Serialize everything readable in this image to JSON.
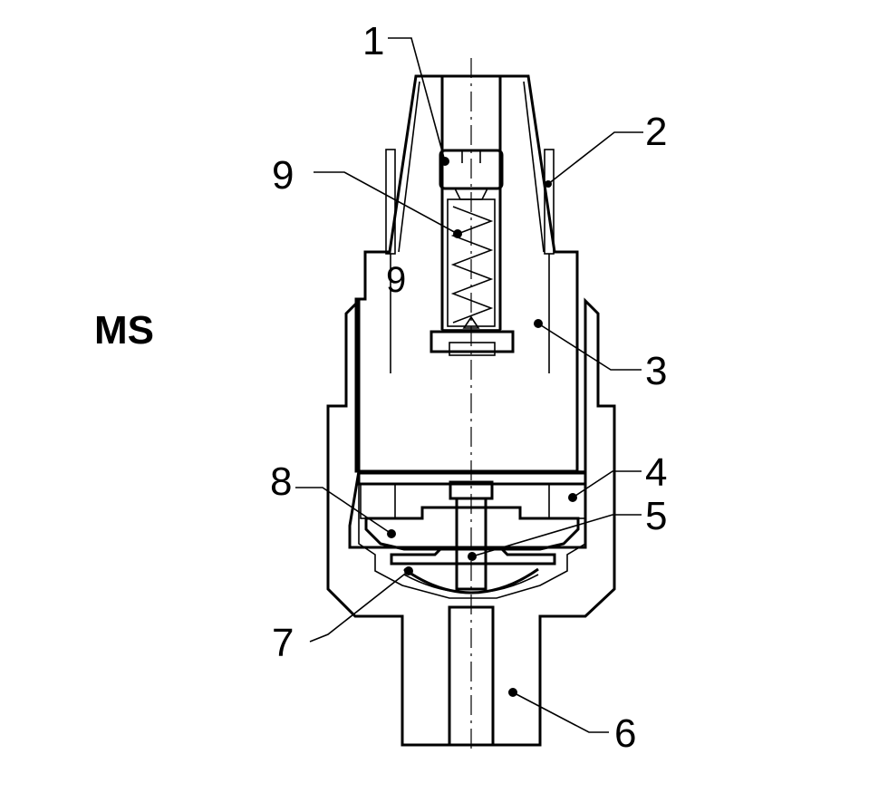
{
  "side_label": "MS",
  "callouts": [
    {
      "id": "1",
      "text": "1"
    },
    {
      "id": "2",
      "text": "2"
    },
    {
      "id": "3",
      "text": "3"
    },
    {
      "id": "4",
      "text": "4"
    },
    {
      "id": "5",
      "text": "5"
    },
    {
      "id": "6",
      "text": "6"
    },
    {
      "id": "7",
      "text": "7"
    },
    {
      "id": "8",
      "text": "8"
    },
    {
      "id": "9a",
      "text": "9"
    },
    {
      "id": "9b",
      "text": "9"
    }
  ],
  "colors": {
    "line": "#000000",
    "background": "#ffffff"
  }
}
